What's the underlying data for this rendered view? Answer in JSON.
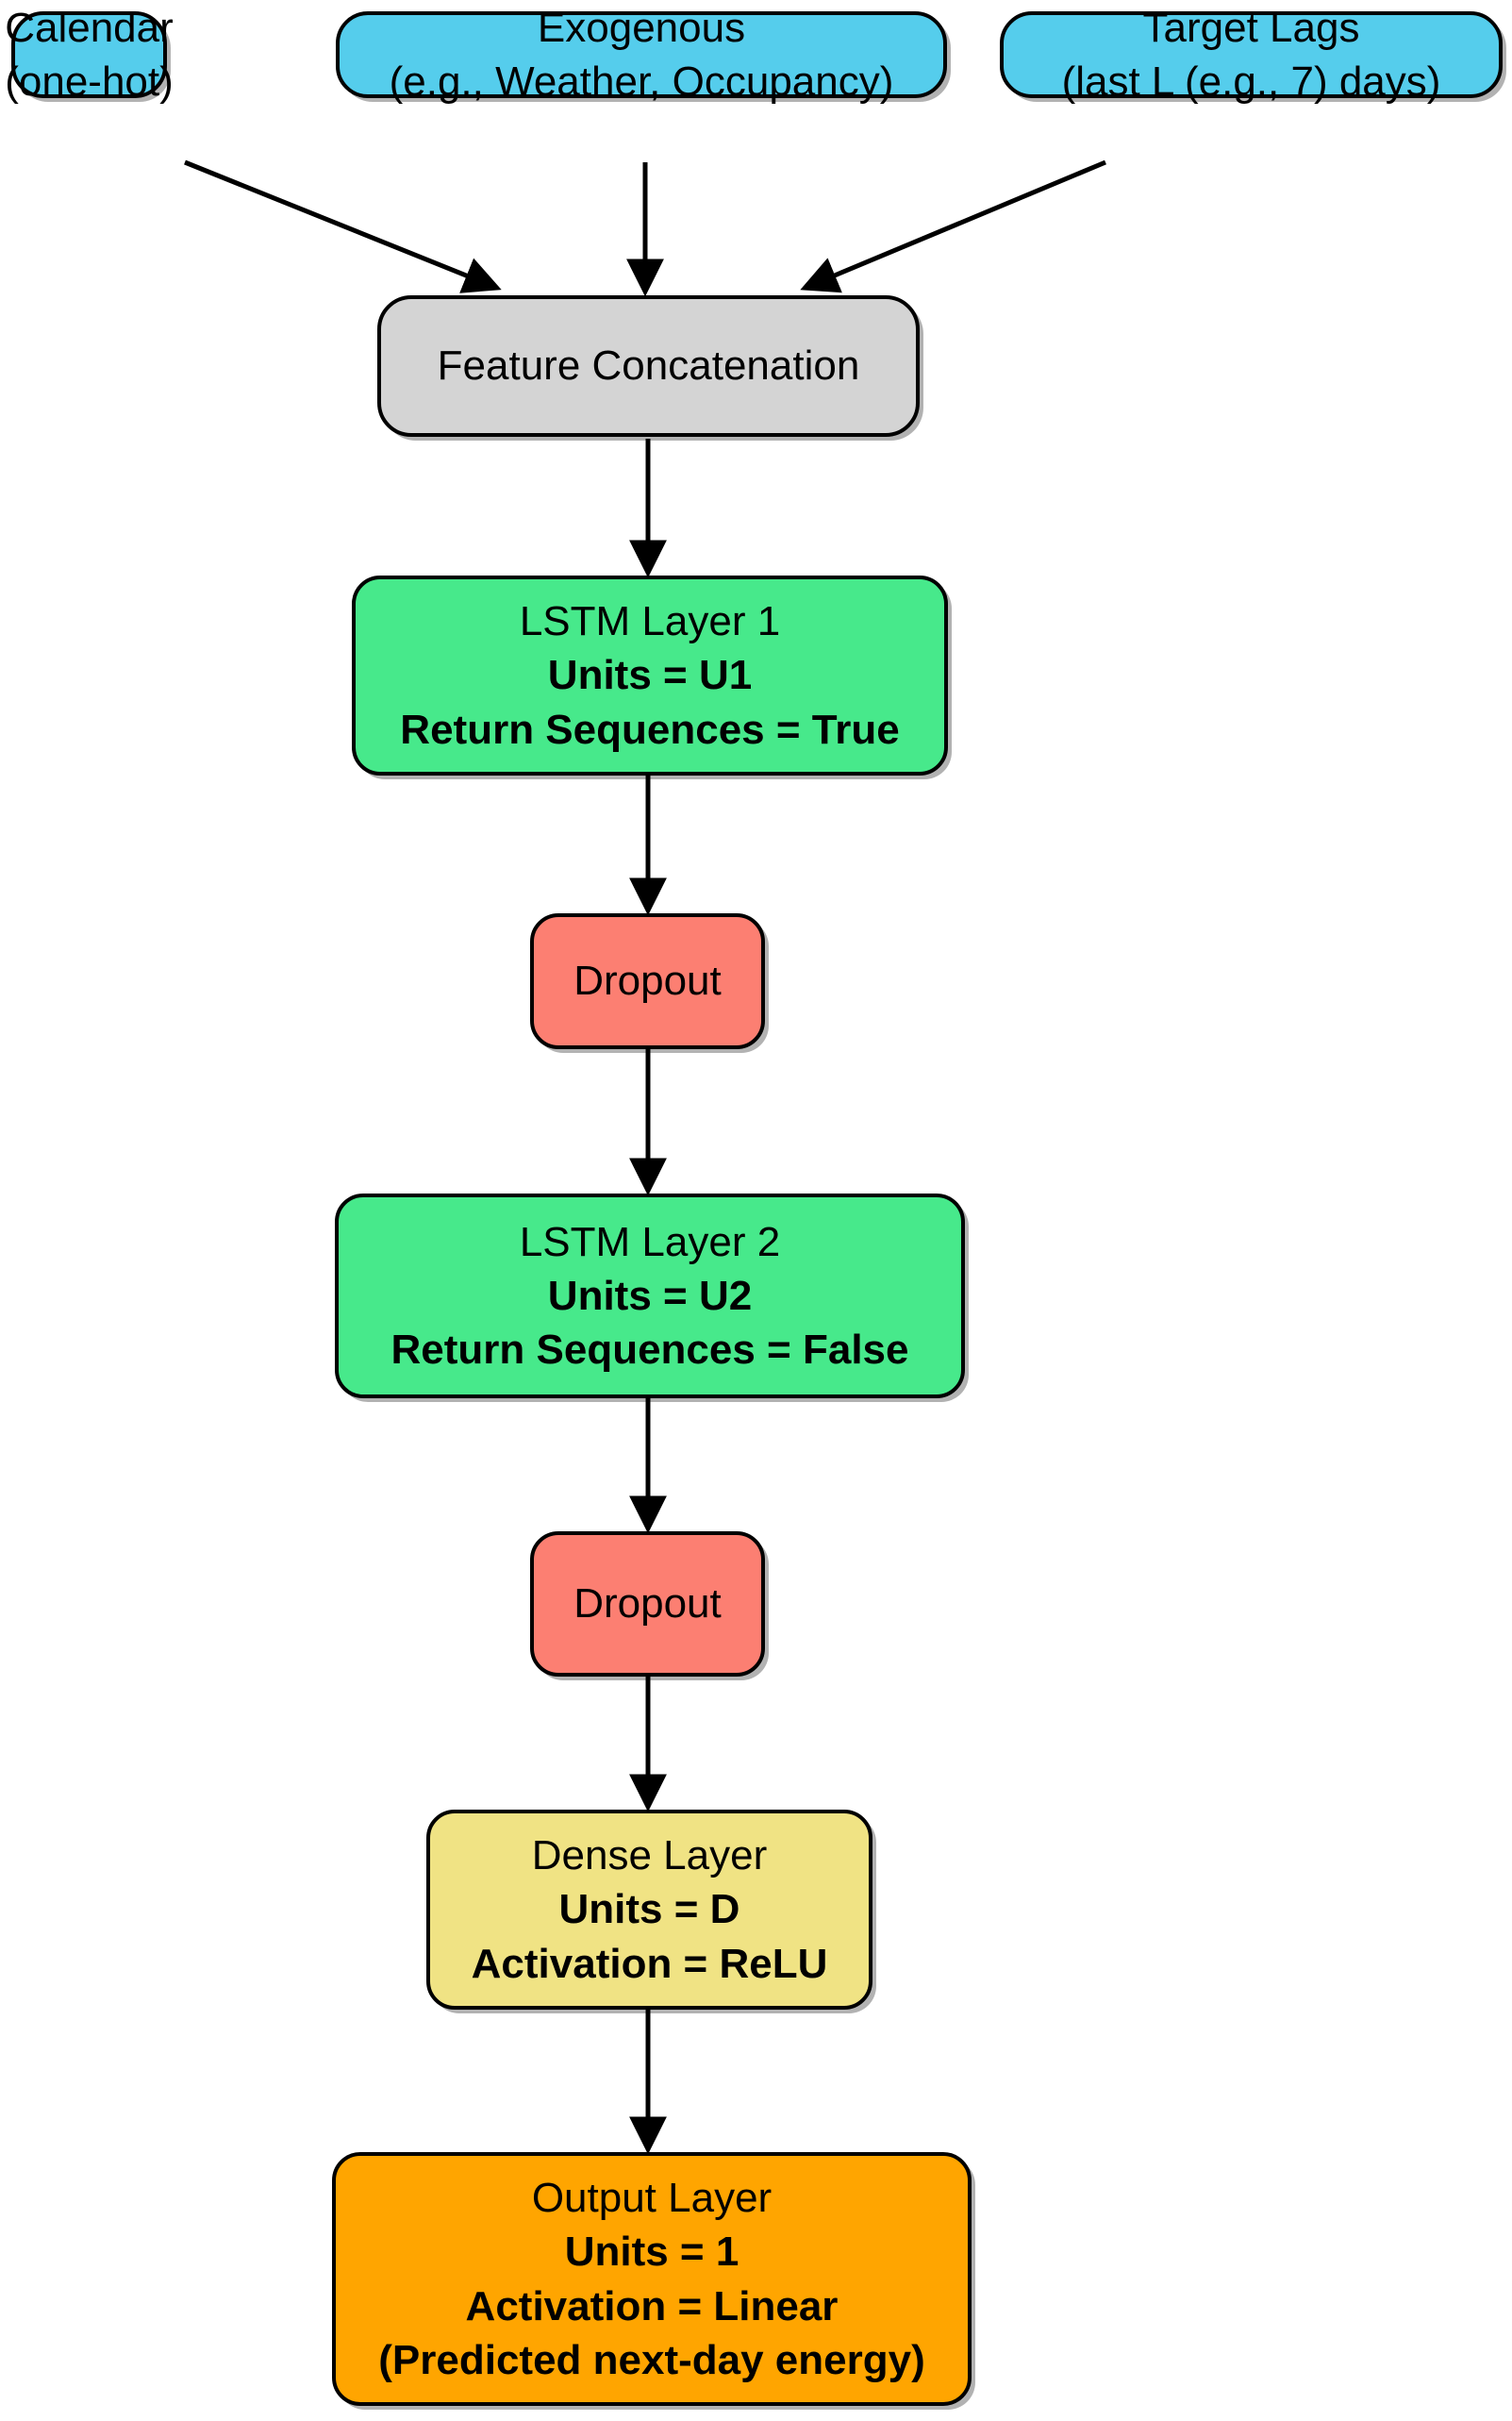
{
  "diagram": {
    "title": "LSTM forecasting model architecture",
    "colors": {
      "input": "#55cdec",
      "concat": "#d4d4d4",
      "lstm": "#47e98b",
      "dropout": "#fc7f72",
      "dense": "#f0e384",
      "output": "#ffa500",
      "stroke": "#000000",
      "background": "#ffffff"
    },
    "nodes": [
      {
        "id": "calendar",
        "type": "input",
        "lines": [
          "Calendar",
          "(one-hot)"
        ]
      },
      {
        "id": "exogenous",
        "type": "input",
        "lines": [
          "Exogenous",
          "(e.g., Weather, Occupancy)"
        ]
      },
      {
        "id": "target-lags",
        "type": "input",
        "lines": [
          "Target Lags",
          "(last L (e.g., 7) days)"
        ]
      },
      {
        "id": "feature-concatenation",
        "type": "concat",
        "lines": [
          "Feature Concatenation"
        ]
      },
      {
        "id": "lstm-layer-1",
        "type": "lstm",
        "lines": [
          "LSTM Layer 1",
          "Units = U1",
          "Return Sequences = True"
        ]
      },
      {
        "id": "dropout-1",
        "type": "dropout",
        "lines": [
          "Dropout"
        ]
      },
      {
        "id": "lstm-layer-2",
        "type": "lstm",
        "lines": [
          "LSTM Layer 2",
          "Units = U2",
          "Return Sequences = False"
        ]
      },
      {
        "id": "dropout-2",
        "type": "dropout",
        "lines": [
          "Dropout"
        ]
      },
      {
        "id": "dense-layer",
        "type": "dense",
        "lines": [
          "Dense Layer",
          "Units = D",
          "Activation = ReLU"
        ]
      },
      {
        "id": "output-layer",
        "type": "output",
        "lines": [
          "Output Layer",
          "Units = 1",
          "Activation = Linear",
          "(Predicted next-day energy)"
        ]
      }
    ],
    "edges": [
      {
        "from": "calendar",
        "to": "feature-concatenation"
      },
      {
        "from": "exogenous",
        "to": "feature-concatenation"
      },
      {
        "from": "target-lags",
        "to": "feature-concatenation"
      },
      {
        "from": "feature-concatenation",
        "to": "lstm-layer-1"
      },
      {
        "from": "lstm-layer-1",
        "to": "dropout-1"
      },
      {
        "from": "dropout-1",
        "to": "lstm-layer-2"
      },
      {
        "from": "lstm-layer-2",
        "to": "dropout-2"
      },
      {
        "from": "dropout-2",
        "to": "dense-layer"
      },
      {
        "from": "dense-layer",
        "to": "output-layer"
      }
    ]
  }
}
